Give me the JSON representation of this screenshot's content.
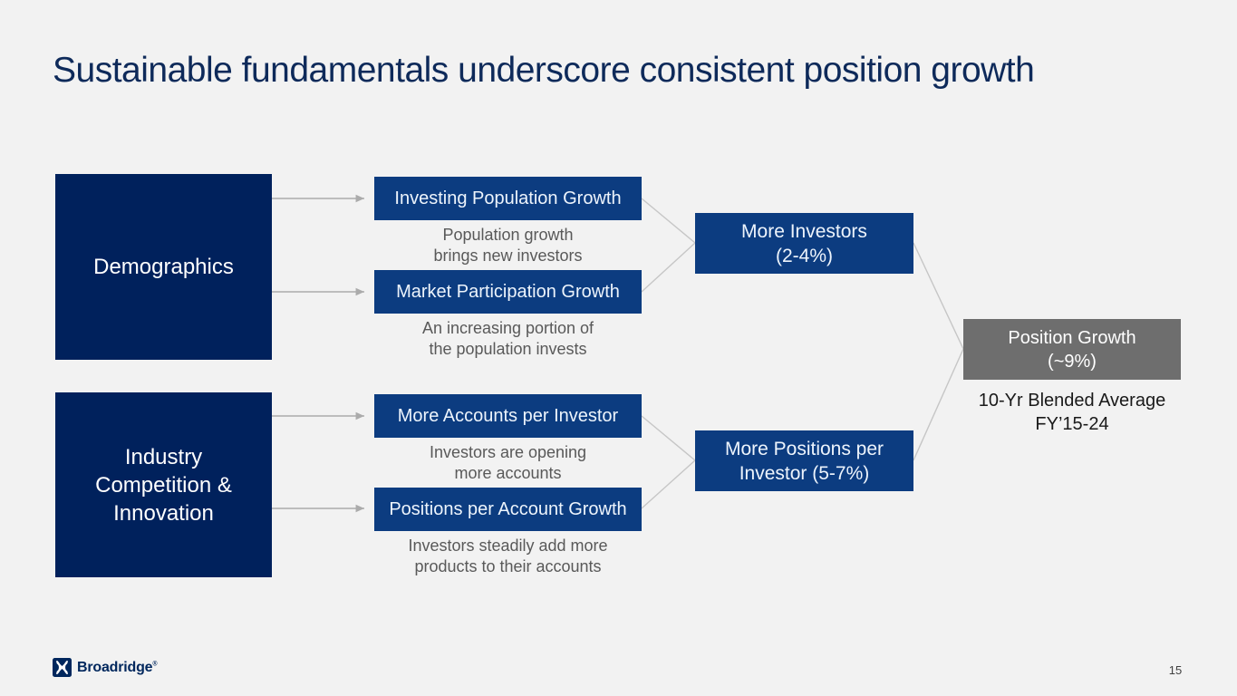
{
  "slide": {
    "title": "Sustainable fundamentals underscore consistent position growth",
    "page_number": "15",
    "logo_text": "Broadridge",
    "logo_reg_mark": "®"
  },
  "colors": {
    "slide_background": "#F2F2F2",
    "title_text": "#0E2A5A",
    "source_box": "#00215C",
    "driver_box": "#0C3C80",
    "outcome_box": "#0C3C80",
    "result_box": "#6E6E6E",
    "box_text": "#FFFFFF",
    "caption_text": "#595959",
    "result_caption_text": "#1A1A1A",
    "arrow_line": "#ABABAB",
    "connector_line": "#C6C6C6"
  },
  "diagram": {
    "sources": [
      {
        "label": "Demographics"
      },
      {
        "label": "Industry Competition & Innovation"
      }
    ],
    "drivers": [
      {
        "label": "Investing Population Growth",
        "caption_line1": "Population growth",
        "caption_line2": "brings new investors"
      },
      {
        "label": "Market Participation Growth",
        "caption_line1": "An increasing portion of",
        "caption_line2": "the population invests"
      },
      {
        "label": "More Accounts per Investor",
        "caption_line1": "Investors are opening",
        "caption_line2": "more accounts"
      },
      {
        "label": "Positions per Account Growth",
        "caption_line1": "Investors steadily add more",
        "caption_line2": "products to their accounts"
      }
    ],
    "outcomes": [
      {
        "line1": "More Investors",
        "line2": "(2-4%)"
      },
      {
        "line1": "More Positions per",
        "line2": "Investor (5-7%)"
      }
    ],
    "result": {
      "line1": "Position Growth",
      "line2": "(~9%)",
      "caption_line1": "10-Yr Blended Average",
      "caption_line2": "FY’15-24"
    }
  }
}
